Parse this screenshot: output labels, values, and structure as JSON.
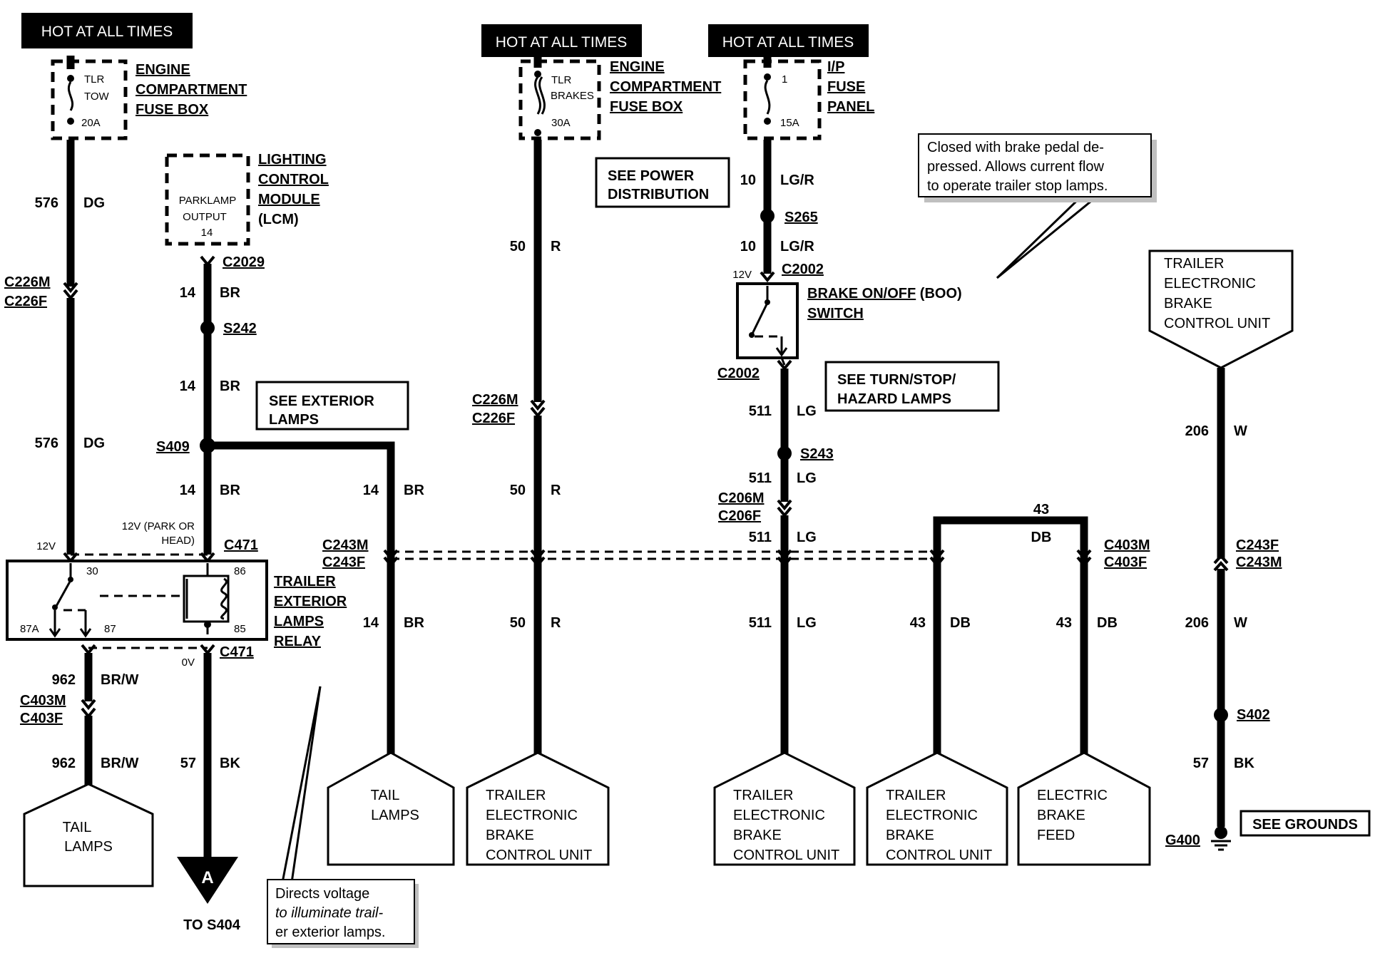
{
  "hot_labels": {
    "left": "HOT AT ALL TIMES",
    "mid": "HOT AT ALL TIMES",
    "right": "HOT AT ALL TIMES"
  },
  "fuse_left": {
    "name": [
      "ENGINE",
      "COMPARTMENT",
      "FUSE BOX"
    ],
    "fuse": [
      "TLR",
      "TOW",
      "20A"
    ]
  },
  "fuse_mid": {
    "name": [
      "ENGINE",
      "COMPARTMENT",
      "FUSE BOX"
    ],
    "fuse": [
      "TLR",
      "BRAKES",
      "30A"
    ]
  },
  "fuse_right": {
    "name": [
      "I/P",
      "FUSE",
      "PANEL"
    ],
    "fuse": [
      "1",
      "15A"
    ]
  },
  "lcm": {
    "name": [
      "LIGHTING",
      "CONTROL",
      "MODULE",
      "(LCM)"
    ],
    "inner": [
      "PARKLAMP",
      "OUTPUT",
      "14"
    ]
  },
  "wires": {
    "w576a": [
      "576",
      "DG"
    ],
    "w576b": [
      "576",
      "DG"
    ],
    "w14a": [
      "14",
      "BR"
    ],
    "w14b": [
      "14",
      "BR"
    ],
    "w14c": [
      "14",
      "BR"
    ],
    "w14d": [
      "14",
      "BR"
    ],
    "w14e": [
      "14",
      "BR"
    ],
    "w962a": [
      "962",
      "BR/W"
    ],
    "w962b": [
      "962",
      "BR/W"
    ],
    "w57a": [
      "57",
      "BK"
    ],
    "w50a": [
      "50",
      "R"
    ],
    "w50b": [
      "50",
      "R"
    ],
    "w50c": [
      "50",
      "R"
    ],
    "w10a": [
      "10",
      "LG/R"
    ],
    "w10b": [
      "10",
      "LG/R"
    ],
    "w511a": [
      "511",
      "LG"
    ],
    "w511b": [
      "511",
      "LG"
    ],
    "w511c": [
      "511",
      "LG"
    ],
    "w511d": [
      "511",
      "LG"
    ],
    "w43top": [
      "43",
      "DB"
    ],
    "w43a": [
      "43",
      "DB"
    ],
    "w43b": [
      "43",
      "DB"
    ],
    "w206a": [
      "206",
      "W"
    ],
    "w206b": [
      "206",
      "W"
    ],
    "w57b": [
      "57",
      "BK"
    ]
  },
  "connectors": {
    "c226_left": [
      "C226M",
      "C226F"
    ],
    "c2029": "C2029",
    "s242": "S242",
    "s409": "S409",
    "c471_top": "C471",
    "c471_bot": "C471",
    "park_head": [
      "12V (PARK OR",
      "HEAD)"
    ],
    "v12_relay": "12V",
    "v0": "0V",
    "c403_left": [
      "C403M",
      "C403F"
    ],
    "c243_mid": [
      "C243M",
      "C243F"
    ],
    "c226_mid": [
      "C226M",
      "C226F"
    ],
    "s265": "S265",
    "c2002_top": "C2002",
    "v12_boo": "12V",
    "c2002_bot": "C2002",
    "s243": "S243",
    "c206": [
      "C206M",
      "C206F"
    ],
    "c403_right": [
      "C403M",
      "C403F"
    ],
    "c243_right": [
      "C243F",
      "C243M"
    ],
    "s402": "S402",
    "g400": "G400"
  },
  "relay": {
    "name": [
      "TRAILER",
      "EXTERIOR",
      "LAMPS",
      "RELAY"
    ],
    "pins": [
      "30",
      "86",
      "87A",
      "87",
      "85"
    ]
  },
  "boo_switch": [
    "BRAKE ON/OFF",
    "(BOO)",
    "SWITCH"
  ],
  "see_boxes": {
    "power": [
      "SEE POWER",
      "DISTRIBUTION"
    ],
    "exterior": [
      "SEE EXTERIOR",
      "LAMPS"
    ],
    "turn": [
      "SEE TURN/STOP/",
      "HAZARD LAMPS"
    ],
    "grounds": "SEE GROUNDS"
  },
  "notes": {
    "brake": [
      "Closed with brake pedal de-",
      "pressed. Allows current flow",
      "to operate trailer stop lamps."
    ],
    "relay": [
      "Directs voltage",
      "to illuminate trail-",
      "er exterior lamps."
    ]
  },
  "components": {
    "tail1": [
      "TAIL",
      "LAMPS"
    ],
    "tail2": [
      "TAIL",
      "LAMPS"
    ],
    "tebcu1": [
      "TRAILER",
      "ELECTRONIC",
      "BRAKE",
      "CONTROL UNIT"
    ],
    "tebcu2": [
      "TRAILER",
      "ELECTRONIC",
      "BRAKE",
      "CONTROL UNIT"
    ],
    "tebcu3": [
      "TRAILER",
      "ELECTRONIC",
      "BRAKE",
      "CONTROL UNIT"
    ],
    "tebcu_top": [
      "TRAILER",
      "ELECTRONIC",
      "BRAKE",
      "CONTROL UNIT"
    ],
    "ebf": [
      "ELECTRIC",
      "BRAKE",
      "FEED"
    ]
  },
  "arrow": {
    "letter": "A",
    "to": "TO S404"
  }
}
